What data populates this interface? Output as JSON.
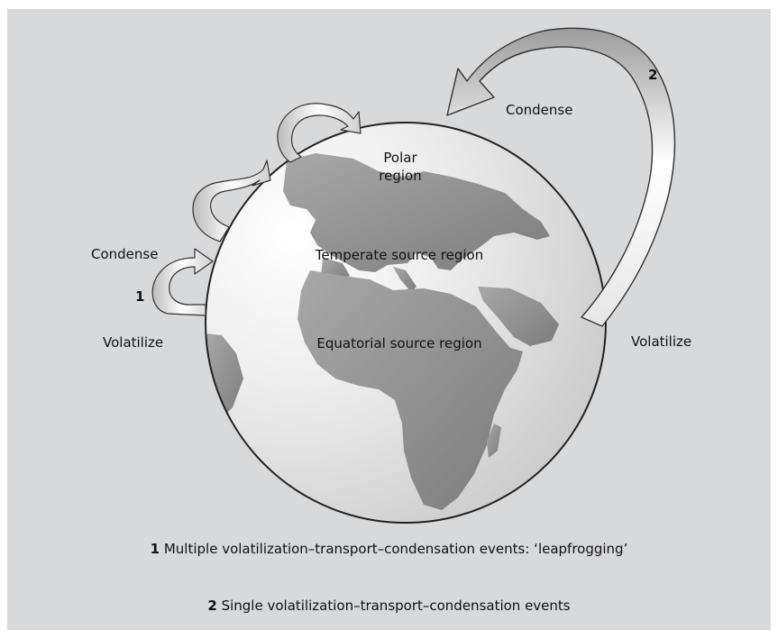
{
  "diagram": {
    "event_numbers": {
      "one": "1",
      "two": "2"
    },
    "arrow_labels": {
      "condense_left": "Condense",
      "volatilize_left": "Volatilize",
      "condense_right": "Condense",
      "volatilize_right": "Volatilize"
    },
    "regions": {
      "polar_line1": "Polar",
      "polar_line2": "region",
      "temperate": "Temperate source region",
      "equatorial": "Equatorial source region"
    },
    "captions": [
      {
        "number": "1",
        "text": "Multiple volatilization–transport–condensation events: ‘leapfrogging’"
      },
      {
        "number": "2",
        "text": "Single volatilization–transport–condensation events"
      }
    ]
  }
}
